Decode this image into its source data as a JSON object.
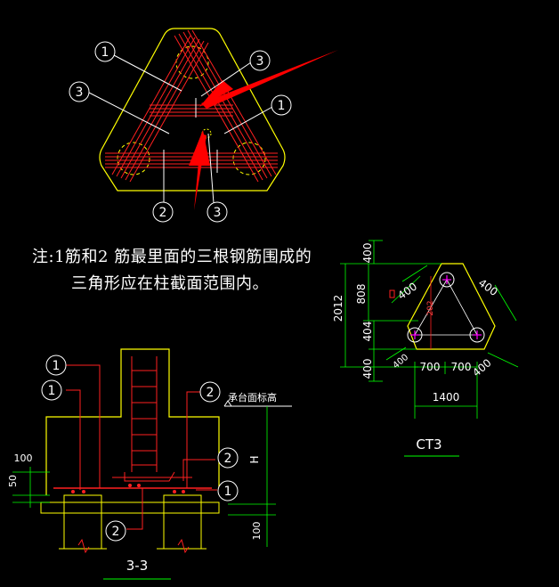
{
  "note": {
    "line1": "注:1筋和2 筋最里面的三根钢筋围成的",
    "line2": "三角形应在柱截面范围内。"
  },
  "callouts": {
    "c1": "1",
    "c2": "2",
    "c3": "3"
  },
  "dims": {
    "d400": "400",
    "d808": "808",
    "d2012": "2012",
    "d404": "404",
    "d700": "700",
    "d1400": "1400",
    "d100": "100",
    "d50": "50",
    "dH": "H",
    "d202": "202"
  },
  "labels": {
    "cap_top": "承台面标高",
    "ct3": "CT3",
    "section": "3-3"
  },
  "colors": {
    "outline": "#ffff00",
    "rebar": "#ff2020",
    "leader": "#ffffff",
    "dimension": "#00ff00",
    "arrow": "#ff0000",
    "circle_marker": "#ff00ff",
    "background": "#000000"
  }
}
